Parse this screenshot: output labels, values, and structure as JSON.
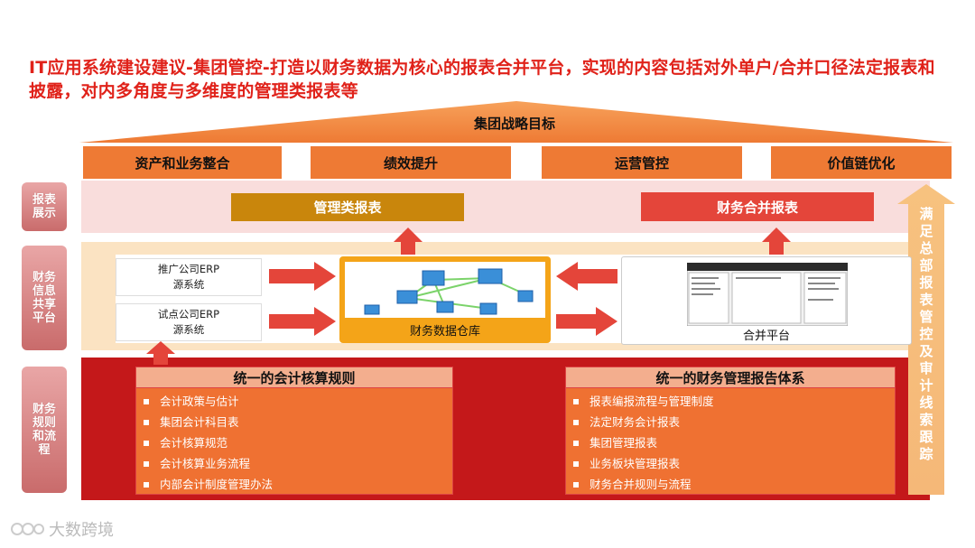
{
  "title": "IT应用系统建设建议-集团管控-打造以财务数据为核心的报表合并平台，实现的内容包括对外单户/合并口径法定报表和披露，对内多角度与多维度的管理类报表等",
  "roof_label": "集团战略目标",
  "goals": [
    "资产和业务整合",
    "绩效提升",
    "运营管控",
    "价值链优化"
  ],
  "side_labels": [
    "报表展示",
    "财务信息共享平台",
    "财务规则和流程"
  ],
  "report_display": {
    "management": "管理类报表",
    "financial": "财务合并报表"
  },
  "sources": [
    {
      "line1": "推广公司ERP",
      "line2": "源系统"
    },
    {
      "line1": "试点公司ERP",
      "line2": "源系统"
    }
  ],
  "warehouse_label": "财务数据仓库",
  "platform_label": "合并平台",
  "rules": [
    {
      "heading": "统一的会计核算规则",
      "items": [
        "会计政策与估计",
        "集团会计科目表",
        "会计核算规范",
        "会计核算业务流程",
        "内部会计制度管理办法"
      ]
    },
    {
      "heading": "统一的财务管理报告体系",
      "items": [
        "报表编报流程与管理制度",
        "法定财务会计报表",
        "集团管理报表",
        "业务板块管理报表",
        "财务合并规则与流程"
      ]
    }
  ],
  "side_arrow_text": "满足总部报表管控及审计线索跟踪",
  "watermark": "大数跨境",
  "colors": {
    "title": "#e0221a",
    "goal": "#ee7a34",
    "roof": "#ee7a34",
    "rules_band": "#c4181a",
    "arrow": "#e4453a"
  }
}
